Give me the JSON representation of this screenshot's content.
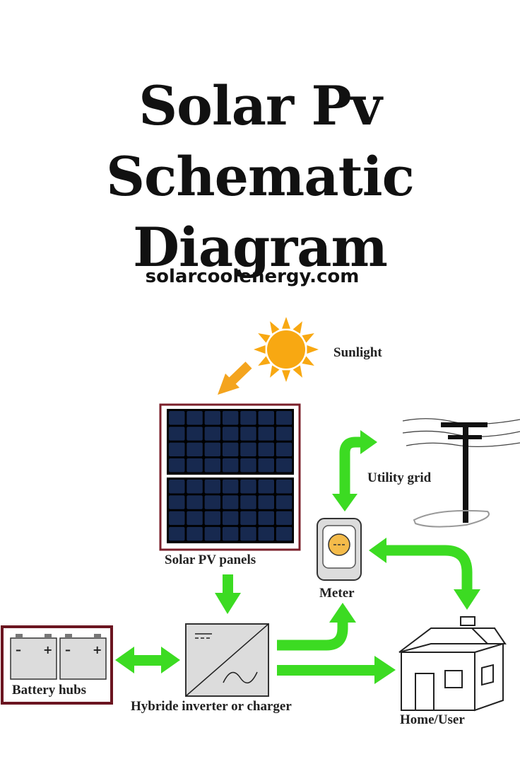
{
  "title": {
    "line1": "Solar Pv Schematic",
    "line2": "Diagram"
  },
  "website": "solarcoolenergy.com",
  "diagram": {
    "labels": {
      "sunlight": "Sunlight",
      "solar_panels": "Solar PV panels",
      "utility_grid": "Utility grid",
      "meter": "Meter",
      "battery": "Battery hubs",
      "inverter": "Hybride inverter or charger",
      "home": "Home/User"
    },
    "colors": {
      "sun": "#F8A812",
      "sun_arrow": "#F4A41E",
      "flow_arrow": "#3CDB22",
      "panel_cell": "#17294F",
      "panel_frame": "#7A1F2A",
      "battery_frame": "#6B1520",
      "device_fill": "#DCDCDC"
    }
  }
}
